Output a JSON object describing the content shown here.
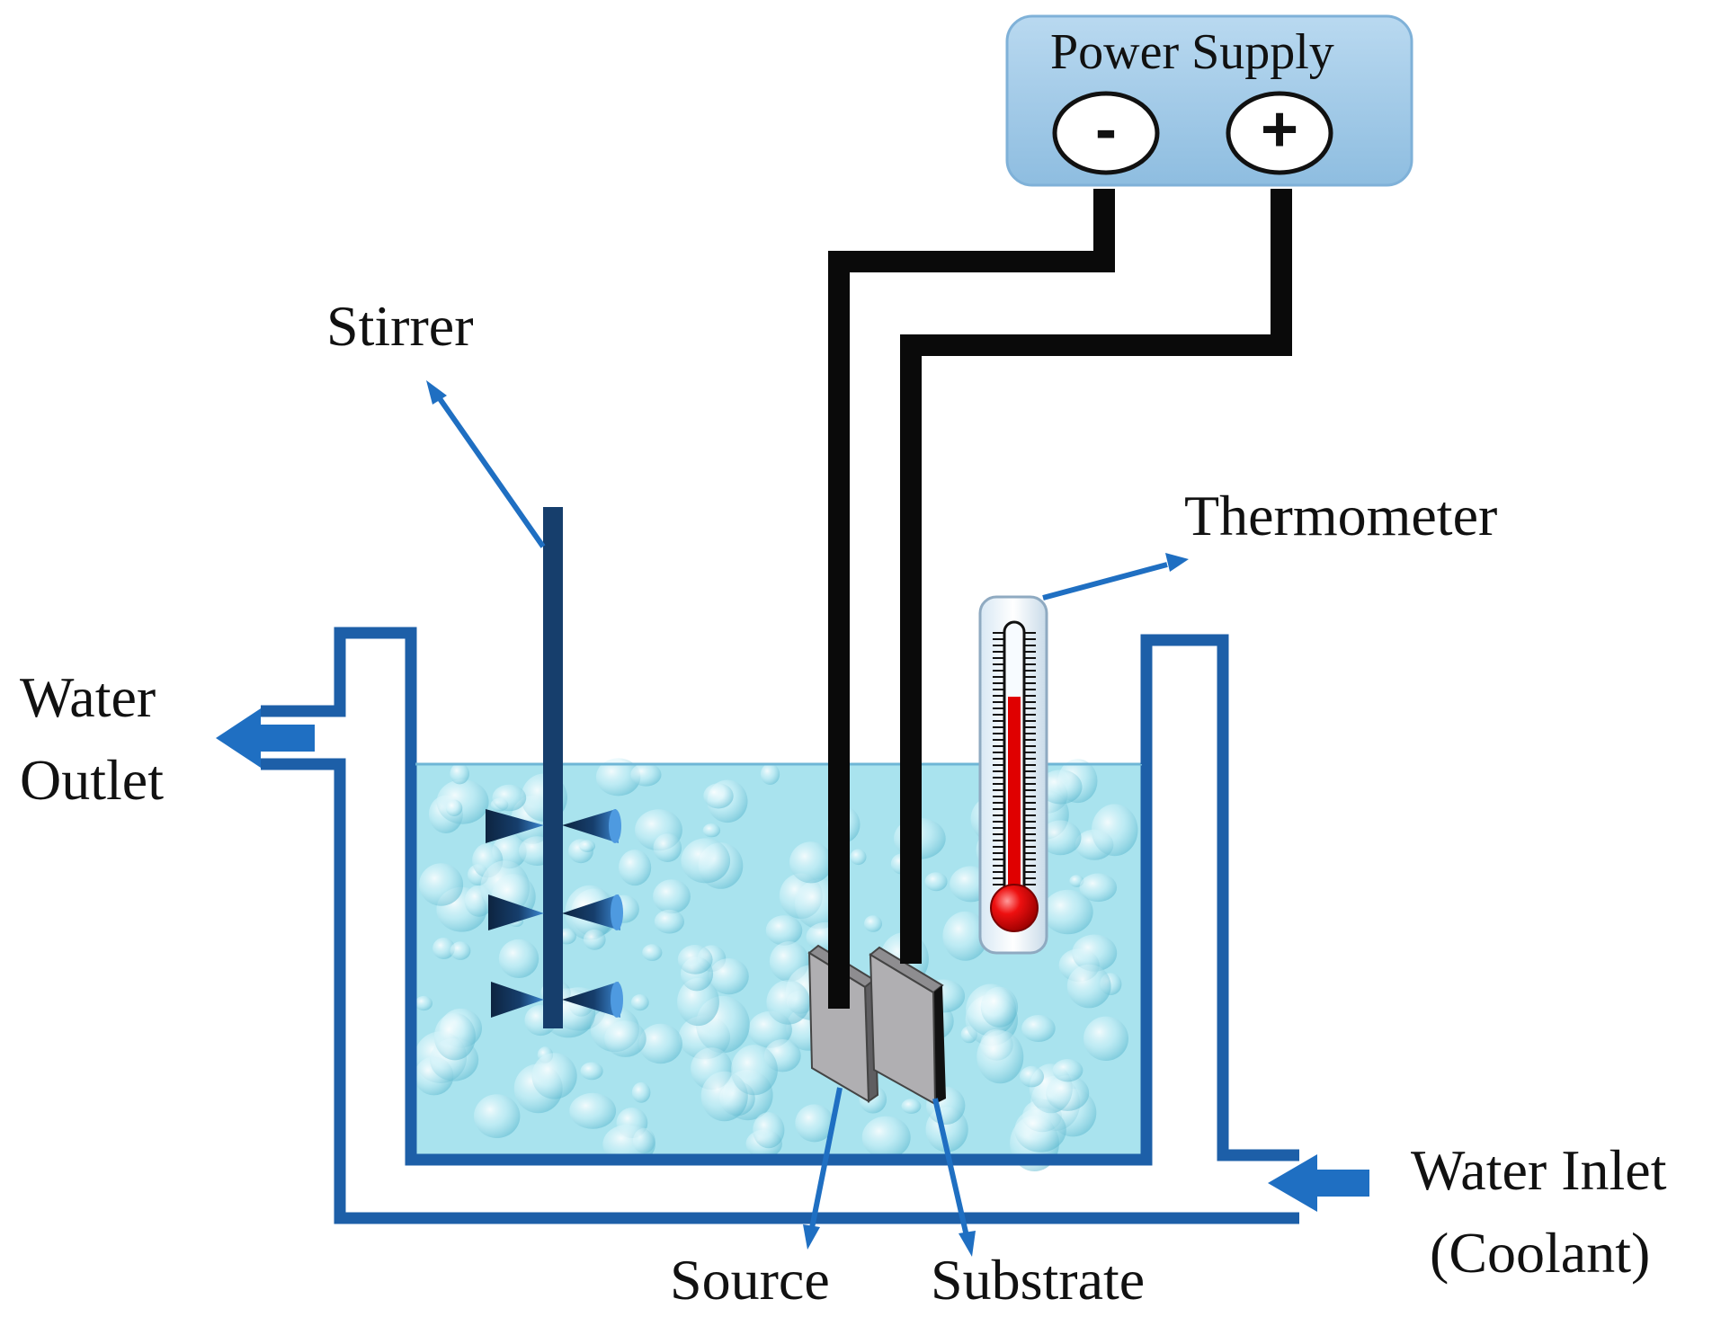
{
  "labels": {
    "power_supply": "Power Supply",
    "minus": "-",
    "plus": "+",
    "stirrer": "Stirrer",
    "thermometer": "Thermometer",
    "water_outlet_line1": "Water",
    "water_outlet_line2": "Outlet",
    "water_inlet_line1": "Water Inlet",
    "water_inlet_line2": "(Coolant)",
    "source": "Source",
    "substrate": "Substrate"
  },
  "colors": {
    "vessel_blue": "#1d5fa8",
    "arrow_blue": "#1f6fc2",
    "water": "#a9e3ee",
    "power_box": "#9cc6e4",
    "wire": "#0a0a0a",
    "electrode": "#b0afb2",
    "mercury": "#e00000",
    "stirrer_shaft": "#163e6c"
  },
  "icons": [
    "stirrer-blades-icon",
    "thermometer-icon",
    "electrode-icon",
    "terminal-icon"
  ]
}
